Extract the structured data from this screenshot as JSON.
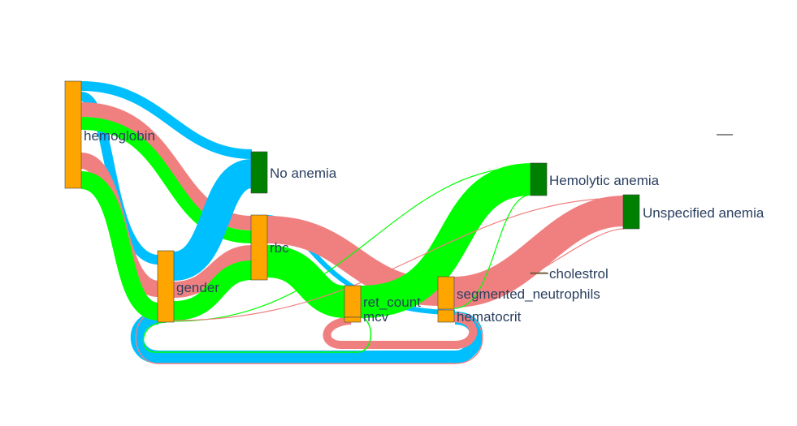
{
  "diagram": {
    "type": "sankey",
    "colors": {
      "feature_node": "#FFA500",
      "outcome_node": "#008000",
      "node_outline": "#444444",
      "label_text": "#2a3f5f",
      "flow_no_anemia": "#00BFFF",
      "flow_hemolytic_anemia": "#00FF00",
      "flow_unspecified_anemia": "#F08080"
    },
    "nodes": [
      {
        "id": "hemoglobin",
        "label": "hemoglobin",
        "kind": "feature"
      },
      {
        "id": "gender",
        "label": "gender",
        "kind": "feature"
      },
      {
        "id": "rbc",
        "label": "rbc",
        "kind": "feature"
      },
      {
        "id": "ret_count",
        "label": "ret_count",
        "kind": "feature"
      },
      {
        "id": "mcv",
        "label": "mcv",
        "kind": "feature"
      },
      {
        "id": "segmented_neutrophils",
        "label": "segmented_neutrophils",
        "kind": "feature"
      },
      {
        "id": "hematocrit",
        "label": "hematocrit",
        "kind": "feature"
      },
      {
        "id": "cholestrol",
        "label": "cholestrol",
        "kind": "feature"
      },
      {
        "id": "no_anemia",
        "label": "No anemia",
        "kind": "outcome"
      },
      {
        "id": "hemolytic_anemia",
        "label": "Hemolytic anemia",
        "kind": "outcome"
      },
      {
        "id": "unspecified_anemia",
        "label": "Unspecified anemia",
        "kind": "outcome"
      }
    ],
    "links": [
      {
        "source": "hemoglobin",
        "target": "no_anemia",
        "class": "No anemia"
      },
      {
        "source": "hemoglobin",
        "target": "gender",
        "class": "No anemia"
      },
      {
        "source": "hemoglobin",
        "target": "rbc",
        "class": "Unspecified anemia"
      },
      {
        "source": "hemoglobin",
        "target": "gender",
        "class": "Unspecified anemia"
      },
      {
        "source": "hemoglobin",
        "target": "rbc",
        "class": "Hemolytic anemia"
      },
      {
        "source": "hemoglobin",
        "target": "gender",
        "class": "Hemolytic anemia"
      },
      {
        "source": "gender",
        "target": "no_anemia",
        "class": "No anemia"
      },
      {
        "source": "gender",
        "target": "rbc",
        "class": "Unspecified anemia"
      },
      {
        "source": "gender",
        "target": "rbc",
        "class": "Hemolytic anemia"
      },
      {
        "source": "rbc",
        "target": "segmented_neutrophils",
        "class": "Unspecified anemia"
      },
      {
        "source": "rbc",
        "target": "ret_count",
        "class": "Hemolytic anemia"
      },
      {
        "source": "rbc",
        "target": "ret_count",
        "class": "No anemia"
      },
      {
        "source": "ret_count",
        "target": "hemolytic_anemia",
        "class": "Hemolytic anemia"
      },
      {
        "source": "segmented_neutrophils",
        "target": "unspecified_anemia",
        "class": "Unspecified anemia"
      },
      {
        "source": "hematocrit",
        "target": "gender",
        "class": "No anemia"
      },
      {
        "source": "hematocrit",
        "target": "mcv",
        "class": "Unspecified anemia"
      },
      {
        "source": "gender",
        "target": "hemolytic_anemia",
        "class": "Hemolytic anemia"
      },
      {
        "source": "gender",
        "target": "unspecified_anemia",
        "class": "Unspecified anemia"
      },
      {
        "source": "cholestrol",
        "target": "unspecified_anemia",
        "class": "Unspecified anemia"
      }
    ]
  }
}
